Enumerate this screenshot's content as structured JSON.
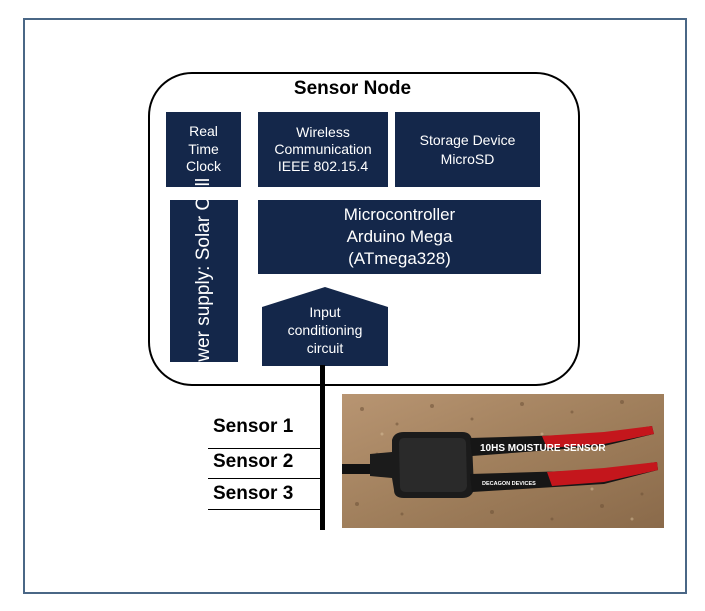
{
  "diagram": {
    "title": "Sensor Node",
    "blocks": {
      "rtc": "Real\nTime\nClock",
      "wireless": "Wireless\nCommunication\nIEEE 802.15.4",
      "storage": "Storage Device\nMicroSD",
      "power": "Power supply:\nSolar Cell",
      "microcontroller": "Microcontroller\nArduino Mega\n(ATmega328)",
      "input": "Input\nconditioning\ncircuit"
    },
    "sensors": [
      "Sensor 1",
      "Sensor 2",
      "Sensor 3"
    ],
    "photo": {
      "device_text": "10HS MOISTURE SENSOR",
      "brand_text": "DECAGON DEVICES"
    }
  },
  "colors": {
    "block_fill": "#14274a",
    "frame_border": "#4a6786",
    "sensor_red": "#c4161c",
    "sensor_black": "#161616",
    "soil": "#a07f5c"
  }
}
